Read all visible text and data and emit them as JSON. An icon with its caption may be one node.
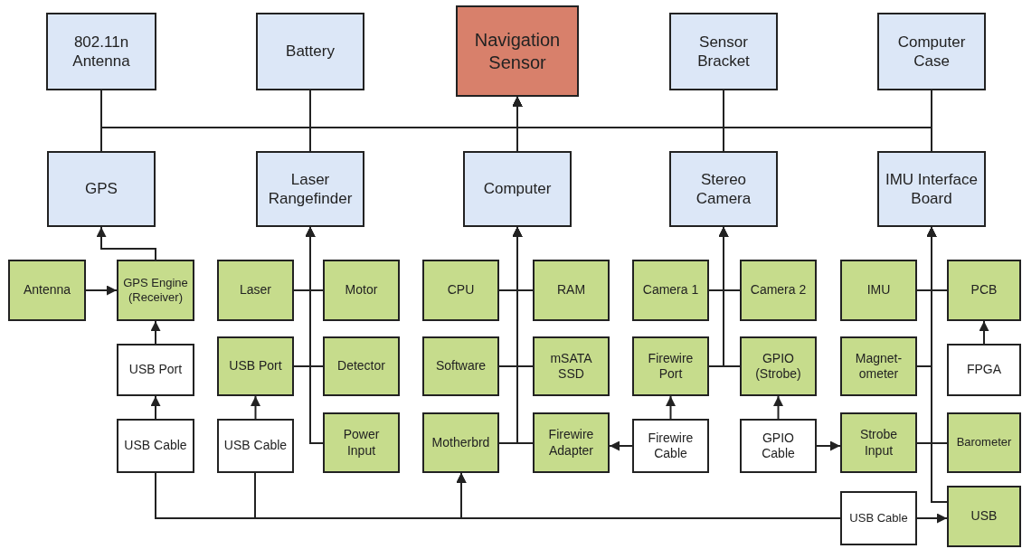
{
  "diagram": {
    "nodes": [
      {
        "text": [
          "802.11n Antenna"
        ]
      },
      {
        "text": [
          "Battery"
        ]
      },
      {
        "text": [
          "Navigation Sensor"
        ]
      },
      {
        "text": [
          "Sensor Bracket"
        ]
      },
      {
        "text": [
          "Computer Case"
        ]
      },
      {
        "text": [
          "GPS"
        ]
      },
      {
        "text": [
          "Laser Rangefinder"
        ]
      },
      {
        "text": [
          "Computer"
        ]
      },
      {
        "text": [
          "Stereo Camera"
        ]
      },
      {
        "text": [
          "IMU Interface Board"
        ]
      },
      {
        "text": [
          "Antenna"
        ]
      },
      {
        "text": [
          "GPS Engine (Receiver)"
        ]
      },
      {
        "text": [
          "Laser"
        ]
      },
      {
        "text": [
          "Motor"
        ]
      },
      {
        "text": [
          "CPU"
        ]
      },
      {
        "text": [
          "RAM"
        ]
      },
      {
        "text": [
          "Camera 1"
        ]
      },
      {
        "text": [
          "Camera 2"
        ]
      },
      {
        "text": [
          "IMU"
        ]
      },
      {
        "text": [
          "PCB"
        ]
      },
      {
        "text": [
          "USB Port"
        ]
      },
      {
        "text": [
          "USB Port"
        ]
      },
      {
        "text": [
          "Detector"
        ]
      },
      {
        "text": [
          "Software"
        ]
      },
      {
        "text": [
          "mSATA SSD"
        ]
      },
      {
        "text": [
          "Firewire Port"
        ]
      },
      {
        "text": [
          "GPIO (Strobe)"
        ]
      },
      {
        "text": [
          "Magnet-ometer"
        ]
      },
      {
        "text": [
          "FPGA"
        ]
      },
      {
        "text": [
          "USB Cable"
        ]
      },
      {
        "text": [
          "USB Cable"
        ]
      },
      {
        "text": [
          "Power Input"
        ]
      },
      {
        "text": [
          "Motherbrd"
        ]
      },
      {
        "text": [
          "Firewire Adapter"
        ]
      },
      {
        "text": [
          "Firewire Cable"
        ]
      },
      {
        "text": [
          "GPIO Cable"
        ]
      },
      {
        "text": [
          "Strobe Input"
        ]
      },
      {
        "text": [
          "Barometer"
        ]
      },
      {
        "text": [
          "USB Cable"
        ]
      },
      {
        "text": [
          "USB"
        ]
      }
    ],
    "edges": [
      {
        "from": 0,
        "to": 2,
        "arrow": "to"
      },
      {
        "from": 5,
        "to": 2,
        "arrow": "to"
      },
      {
        "from": 1,
        "to": 2,
        "arrow": "to"
      },
      {
        "from": 6,
        "to": 2,
        "arrow": "to"
      },
      {
        "from": 7,
        "to": 2,
        "arrow": "to"
      },
      {
        "from": 3,
        "to": 2,
        "arrow": "to"
      },
      {
        "from": 8,
        "to": 2,
        "arrow": "to"
      },
      {
        "from": 4,
        "to": 2,
        "arrow": "to"
      },
      {
        "from": 9,
        "to": 2,
        "arrow": "to"
      },
      {
        "from": 10,
        "to": 11,
        "arrow": "to"
      },
      {
        "from": 11,
        "to": 5,
        "arrow": "to"
      },
      {
        "from": 20,
        "to": 11,
        "arrow": "to"
      },
      {
        "from": 29,
        "to": 20,
        "arrow": "to"
      },
      {
        "from": 12,
        "to": 6,
        "arrow": "to"
      },
      {
        "from": 13,
        "to": 6,
        "arrow": "to"
      },
      {
        "from": 21,
        "to": 6,
        "arrow": "to"
      },
      {
        "from": 22,
        "to": 6,
        "arrow": "to"
      },
      {
        "from": 31,
        "to": 6,
        "arrow": "to"
      },
      {
        "from": 30,
        "to": 21,
        "arrow": "to"
      },
      {
        "from": 14,
        "to": 7,
        "arrow": "to"
      },
      {
        "from": 15,
        "to": 7,
        "arrow": "to"
      },
      {
        "from": 23,
        "to": 7,
        "arrow": "to"
      },
      {
        "from": 24,
        "to": 7,
        "arrow": "to"
      },
      {
        "from": 32,
        "to": 7,
        "arrow": "to"
      },
      {
        "from": 33,
        "to": 7,
        "arrow": "to"
      },
      {
        "from": 16,
        "to": 8,
        "arrow": "to"
      },
      {
        "from": 17,
        "to": 8,
        "arrow": "to"
      },
      {
        "from": 25,
        "to": 8,
        "arrow": "to"
      },
      {
        "from": 26,
        "to": 8,
        "arrow": "to"
      },
      {
        "from": 34,
        "to": 25,
        "arrow": "to"
      },
      {
        "from": 34,
        "to": 33,
        "arrow": "to"
      },
      {
        "from": 35,
        "to": 26,
        "arrow": "to"
      },
      {
        "from": 35,
        "to": 36,
        "arrow": "to"
      },
      {
        "from": 18,
        "to": 9,
        "arrow": "to"
      },
      {
        "from": 19,
        "to": 9,
        "arrow": "to"
      },
      {
        "from": 27,
        "to": 9,
        "arrow": "to"
      },
      {
        "from": 36,
        "to": 9,
        "arrow": "to"
      },
      {
        "from": 37,
        "to": 9,
        "arrow": "to"
      },
      {
        "from": 39,
        "to": 9,
        "arrow": "to"
      },
      {
        "from": 28,
        "to": 19,
        "arrow": "to"
      },
      {
        "from": 29,
        "to": 32,
        "arrow": "to"
      },
      {
        "from": 30,
        "to": 32,
        "arrow": "to"
      },
      {
        "from": 38,
        "to": 32,
        "arrow": "to"
      },
      {
        "from": 38,
        "to": 39,
        "arrow": "to"
      }
    ]
  }
}
